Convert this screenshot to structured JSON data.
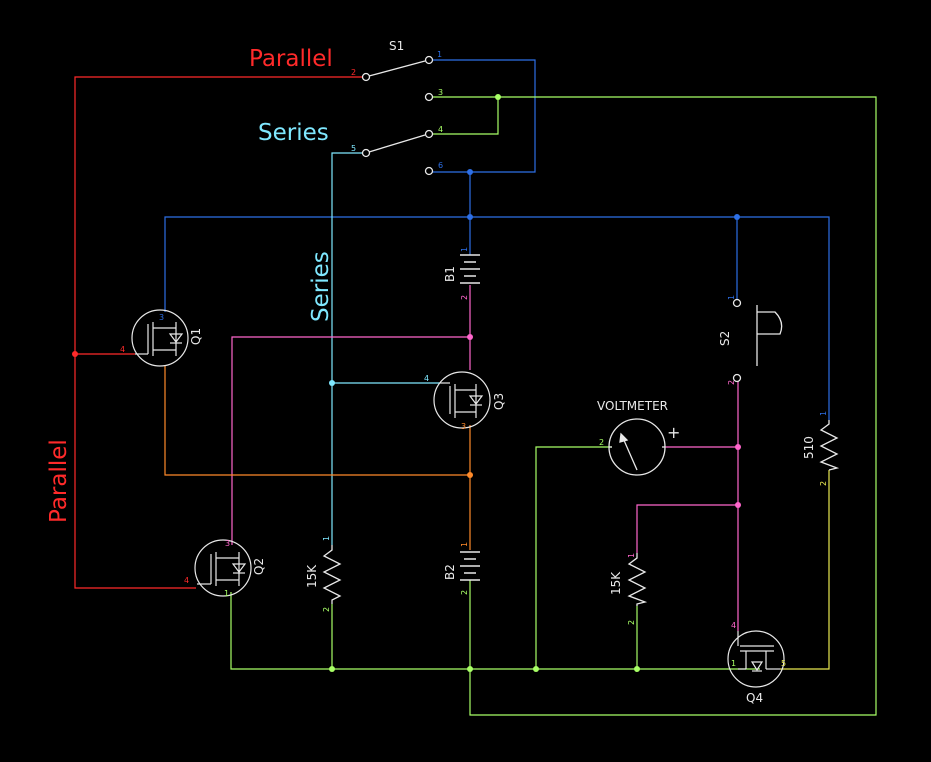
{
  "colors": {
    "background": "#000000",
    "red": "#ff2a2a",
    "blue": "#2d6fe6",
    "green": "#a8ff66",
    "cyan": "#7fe8ff",
    "magenta": "#ff66cc",
    "orange": "#ff8a2a",
    "white": "#e8e8e8",
    "yellow": "#e8e850"
  },
  "labels": {
    "parallel_top": "Parallel",
    "parallel_side": "Parallel",
    "series_top": "Series",
    "series_side": "Series",
    "voltmeter": "VOLTMETER",
    "voltmeter_plus": "+"
  },
  "components": {
    "s1": "S1",
    "s2": "S2",
    "b1": "B1",
    "b2": "B2",
    "q1": "Q1",
    "q2": "Q2",
    "q3": "Q3",
    "q4": "Q4",
    "r_15k_left": "15K",
    "r_15k_right": "15K",
    "r_510": "510"
  },
  "pins": {
    "s1_1": "1",
    "s1_2": "2",
    "s1_3": "3",
    "s1_4": "4",
    "s1_5": "5",
    "s1_6": "6",
    "b1_1": "1",
    "b1_2": "2",
    "b2_1": "1",
    "b2_2": "2",
    "s2_1": "1",
    "s2_2": "2",
    "q1_3": "3",
    "q1_4": "4",
    "q2_3": "3",
    "q2_4": "4",
    "q2_1": "1",
    "q3_4": "4",
    "q3_3": "3",
    "q4_4": "4",
    "q4_1": "1",
    "q4_5": "5",
    "vm_2": "2",
    "r510_1": "1",
    "r510_2": "2",
    "r15l_1": "1",
    "r15l_2": "2",
    "r15r_1": "1",
    "r15r_2": "2"
  }
}
